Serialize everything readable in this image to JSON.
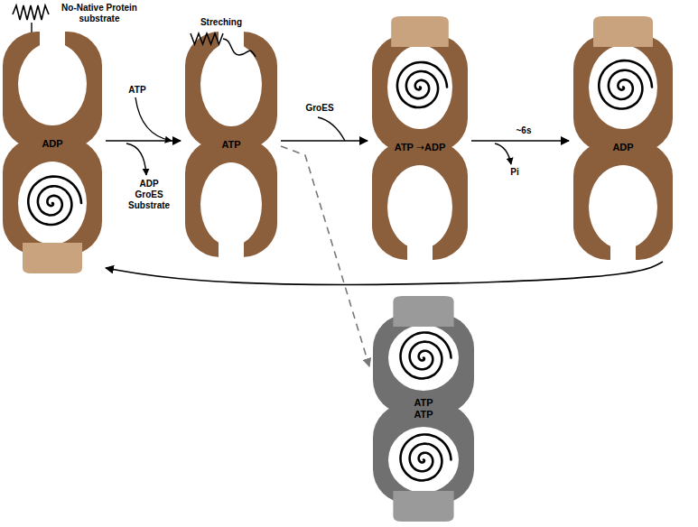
{
  "diagram": {
    "nodes": [
      {
        "text": [
          "ADP"
        ]
      },
      {
        "text": [
          "ATP"
        ]
      },
      {
        "text": [
          "ATP ➝ADP"
        ]
      },
      {
        "text": [
          "ADP"
        ]
      },
      {
        "text": [
          "ATP ATP"
        ]
      }
    ],
    "edges": [
      {
        "from": 0,
        "to": 1,
        "arrow": "to"
      },
      {
        "from": 1,
        "to": 2,
        "arrow": "to"
      },
      {
        "from": 2,
        "to": 3,
        "label": "~6s",
        "arrow": "to"
      },
      {
        "from": 3,
        "to": 0,
        "arrow": "to"
      },
      {
        "from": 1,
        "to": 4,
        "arrow": "to"
      }
    ],
    "labels": [
      "No-Native Protein substrate",
      "ATP",
      "ADP GroES Substrate",
      "Streching",
      "GroES",
      "Pi"
    ]
  }
}
